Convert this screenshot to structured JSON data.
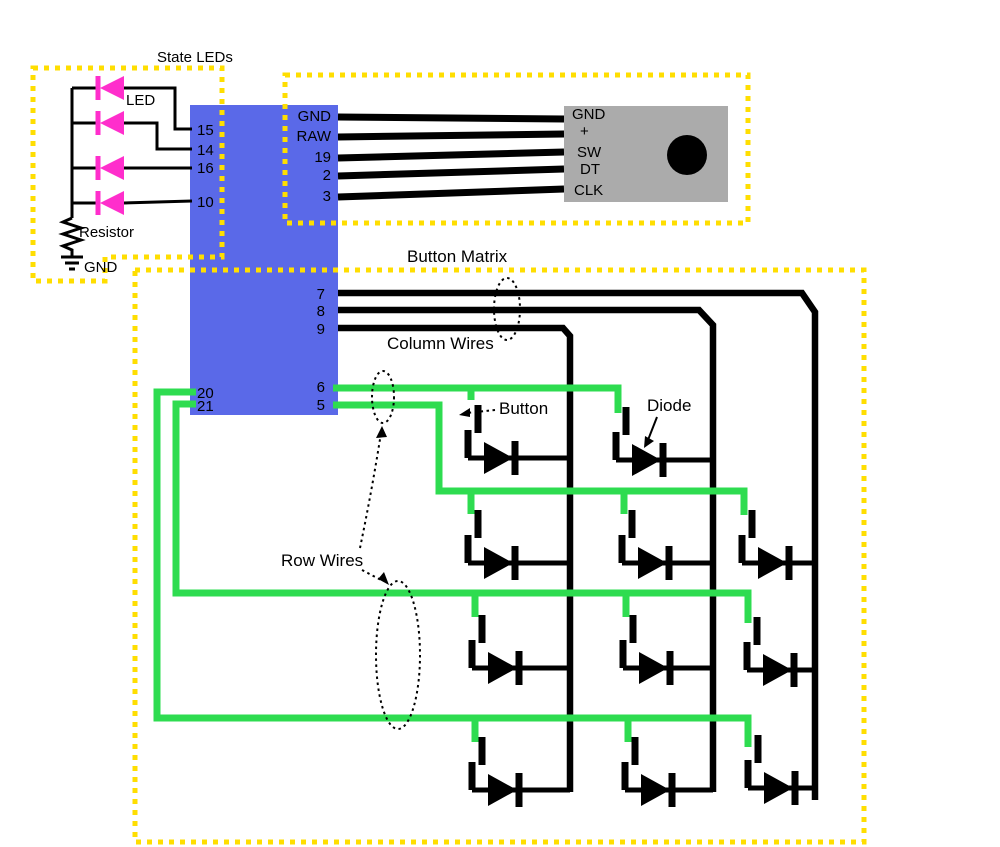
{
  "colors": {
    "mcu_blue": "#5A69E8",
    "wire_green": "#2EDC50",
    "led_magenta": "#FF2ECC",
    "highlight_yellow": "#FFDE00",
    "encoder_gray": "#ABABAB",
    "wire_black": "#000000"
  },
  "labels": {
    "state_leds": "State LEDs",
    "led": "LED",
    "resistor": "Resistor",
    "gnd": "GND",
    "button_matrix": "Button Matrix",
    "column_wires": "Column Wires",
    "row_wires": "Row Wires",
    "button": "Button",
    "diode": "Diode"
  },
  "mcu": {
    "left_pins": [
      "15",
      "14",
      "16",
      "10",
      "20",
      "21"
    ],
    "right_pins": [
      "GND",
      "RAW",
      "19",
      "2",
      "3",
      "7",
      "8",
      "9",
      "6",
      "5"
    ]
  },
  "encoder": {
    "pins": [
      "GND",
      "+",
      "SW",
      "DT",
      "CLK"
    ]
  }
}
